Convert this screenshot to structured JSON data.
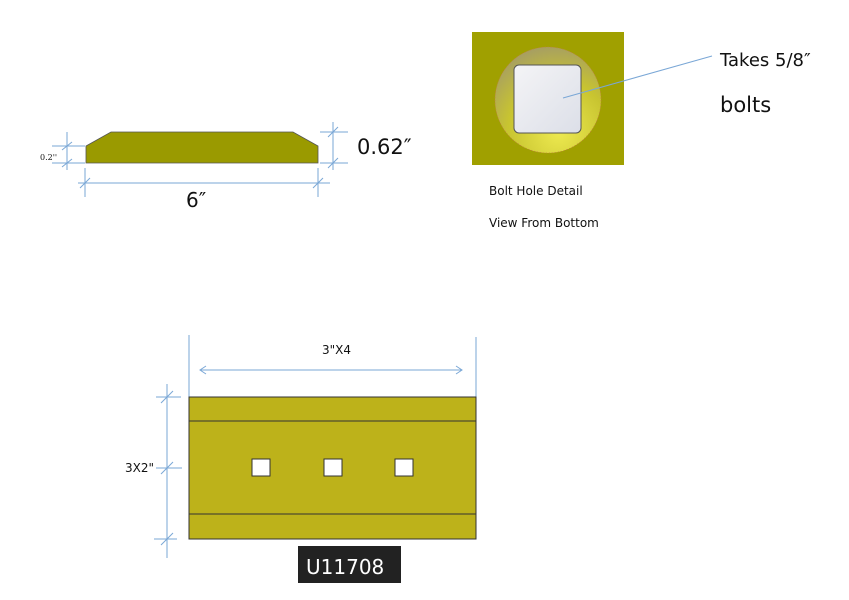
{
  "side_profile": {
    "thickness_label": "0.62″",
    "edge_label": "0.2''",
    "length_label": "6″"
  },
  "bolt_detail": {
    "callout_line1": "Takes 5/8″",
    "callout_line2": "bolts",
    "caption": "Bolt Hole Detail",
    "view_caption": "View From Bottom"
  },
  "top_view": {
    "width_label": "3\"X4",
    "height_label": "3X2\"",
    "part_number": "U11708",
    "hole_count": 3
  },
  "colors": {
    "profile_fill": "#9a9a00",
    "detail_fill": "#a0a000",
    "plate_fill": "#bdb21a",
    "dimension_line": "#7aa7d6",
    "label_bg": "#222222"
  }
}
